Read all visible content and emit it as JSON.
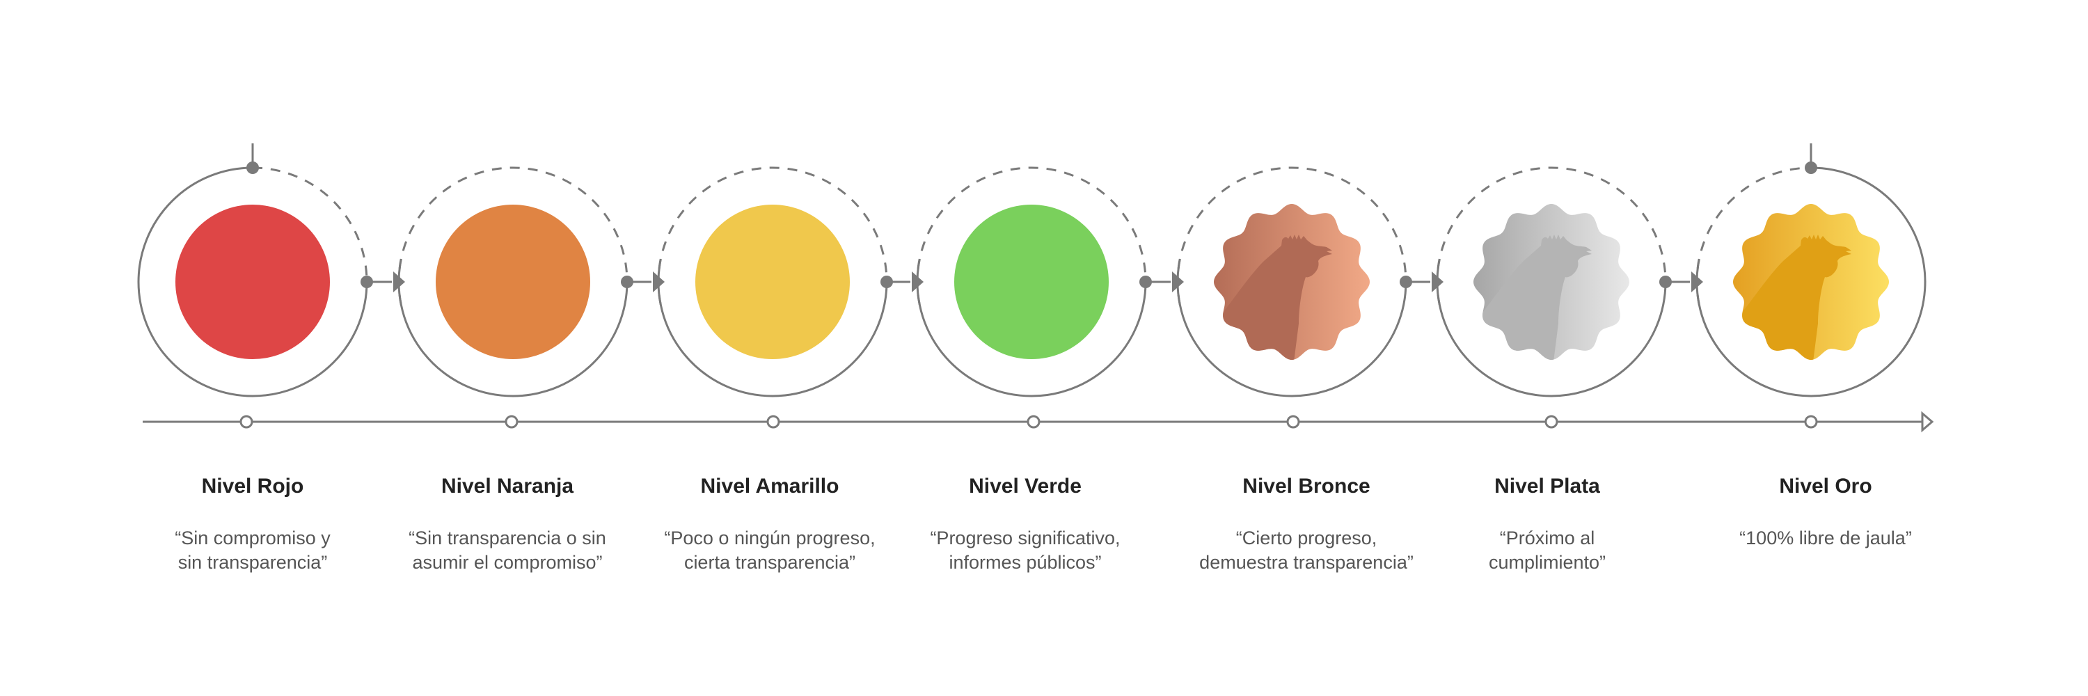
{
  "levels": [
    {
      "title": "Nivel Rojo",
      "desc": [
        "“Sin compromiso y",
        "sin transparencia”"
      ],
      "badge": "circle",
      "colors": [
        "#DE4646",
        "#DE4646"
      ],
      "silhouette": null
    },
    {
      "title": "Nivel Naranja",
      "desc": [
        "“Sin transparencia o sin",
        "asumir el compromiso”"
      ],
      "badge": "circle",
      "colors": [
        "#E08443",
        "#E08443"
      ],
      "silhouette": null
    },
    {
      "title": "Nivel Amarillo",
      "desc": [
        "“Poco o ningún progreso,",
        "cierta transparencia”"
      ],
      "badge": "circle",
      "colors": [
        "#F0C84C",
        "#F0C84C"
      ],
      "silhouette": null
    },
    {
      "title": "Nivel Verde",
      "desc": [
        "“Progreso significativo,",
        "informes públicos”"
      ],
      "badge": "circle",
      "colors": [
        "#7AD05C",
        "#7AD05C"
      ],
      "silhouette": null
    },
    {
      "title": "Nivel Bronce",
      "desc": [
        "“Cierto progreso,",
        "demuestra transparencia”"
      ],
      "badge": "hen-seal",
      "colors": [
        "#B46D57",
        "#F1A987"
      ],
      "silhouette": "#B06A55"
    },
    {
      "title": "Nivel Plata",
      "desc": [
        "“Próximo al",
        "cumplimiento”"
      ],
      "badge": "hen-seal",
      "colors": [
        "#A6A6A6",
        "#E8E8E8"
      ],
      "silhouette": "#B4B4B4"
    },
    {
      "title": "Nivel Oro",
      "desc": [
        "“100% libre de jaula”"
      ],
      "badge": "hen-seal",
      "colors": [
        "#E4A022",
        "#FCDF62"
      ],
      "silhouette": "#E0A015"
    }
  ],
  "line_color": "#7A7A7A"
}
